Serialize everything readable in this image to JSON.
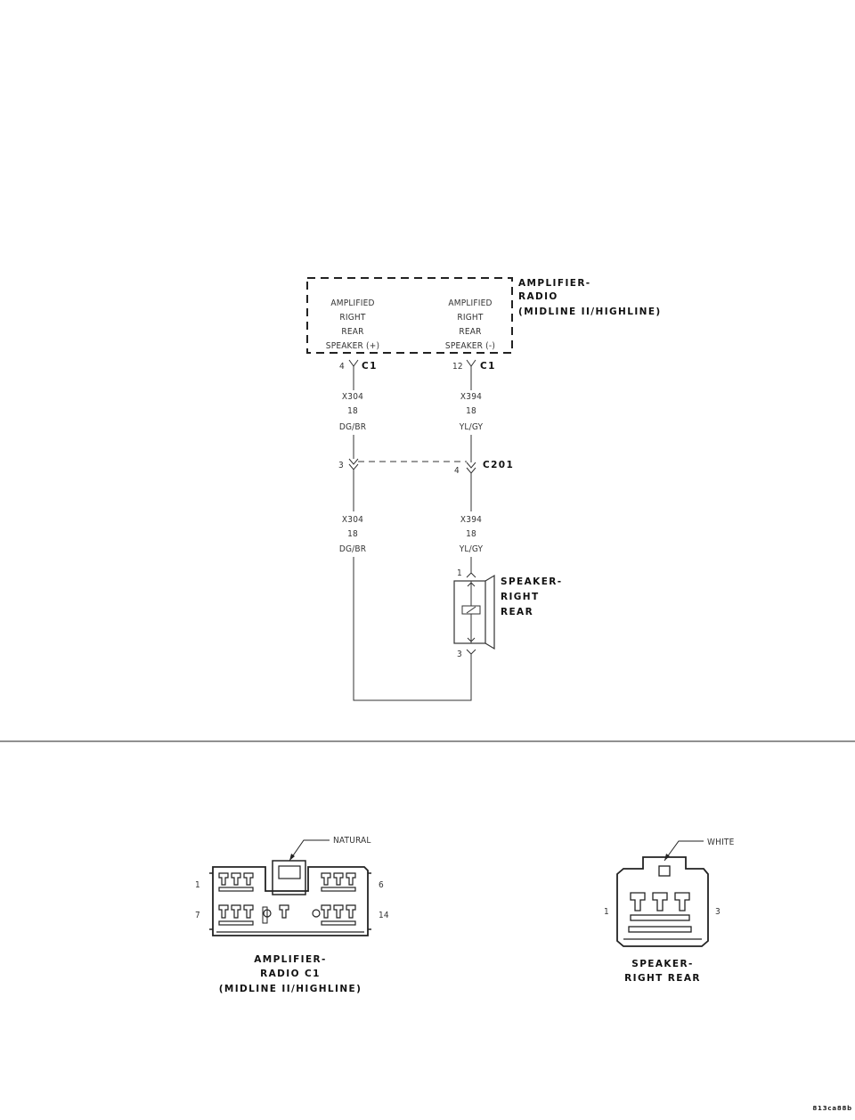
{
  "module": {
    "name_lines": [
      "AMPLIFIER-",
      "RADIO",
      "(MIDLINE II/HIGHLINE)"
    ],
    "left_circuit_lines": [
      "AMPLIFIED",
      "RIGHT",
      "REAR",
      "SPEAKER (+)"
    ],
    "right_circuit_lines": [
      "AMPLIFIED",
      "RIGHT",
      "REAR",
      "SPEAKER (-)"
    ]
  },
  "connectors": {
    "c1_left_pin": "4",
    "c1_right_pin": "12",
    "c1_label": "C1",
    "c201_left_pin": "3",
    "c201_right_pin": "4",
    "c201_label": "C201",
    "speaker_pin_top": "1",
    "speaker_pin_bottom": "3"
  },
  "wires": {
    "left_upper": [
      "X304",
      "18",
      "DG/BR"
    ],
    "right_upper": [
      "X394",
      "18",
      "YL/GY"
    ],
    "left_lower": [
      "X304",
      "18",
      "DG/BR"
    ],
    "right_lower": [
      "X394",
      "18",
      "YL/GY"
    ]
  },
  "speaker": {
    "name_lines": [
      "SPEAKER-",
      "RIGHT",
      "REAR"
    ]
  },
  "connector_views": {
    "amp": {
      "color_label": "NATURAL",
      "pin_top_left": "1",
      "pin_top_right": "6",
      "pin_bottom_left": "7",
      "pin_bottom_right": "14",
      "caption_lines": [
        "AMPLIFIER-",
        "RADIO C1",
        "(MIDLINE II/HIGHLINE)"
      ]
    },
    "speaker": {
      "color_label": "WHITE",
      "pin_left": "1",
      "pin_right": "3",
      "caption_lines": [
        "SPEAKER-",
        "RIGHT REAR"
      ]
    }
  },
  "figure_id": "813ca88b"
}
